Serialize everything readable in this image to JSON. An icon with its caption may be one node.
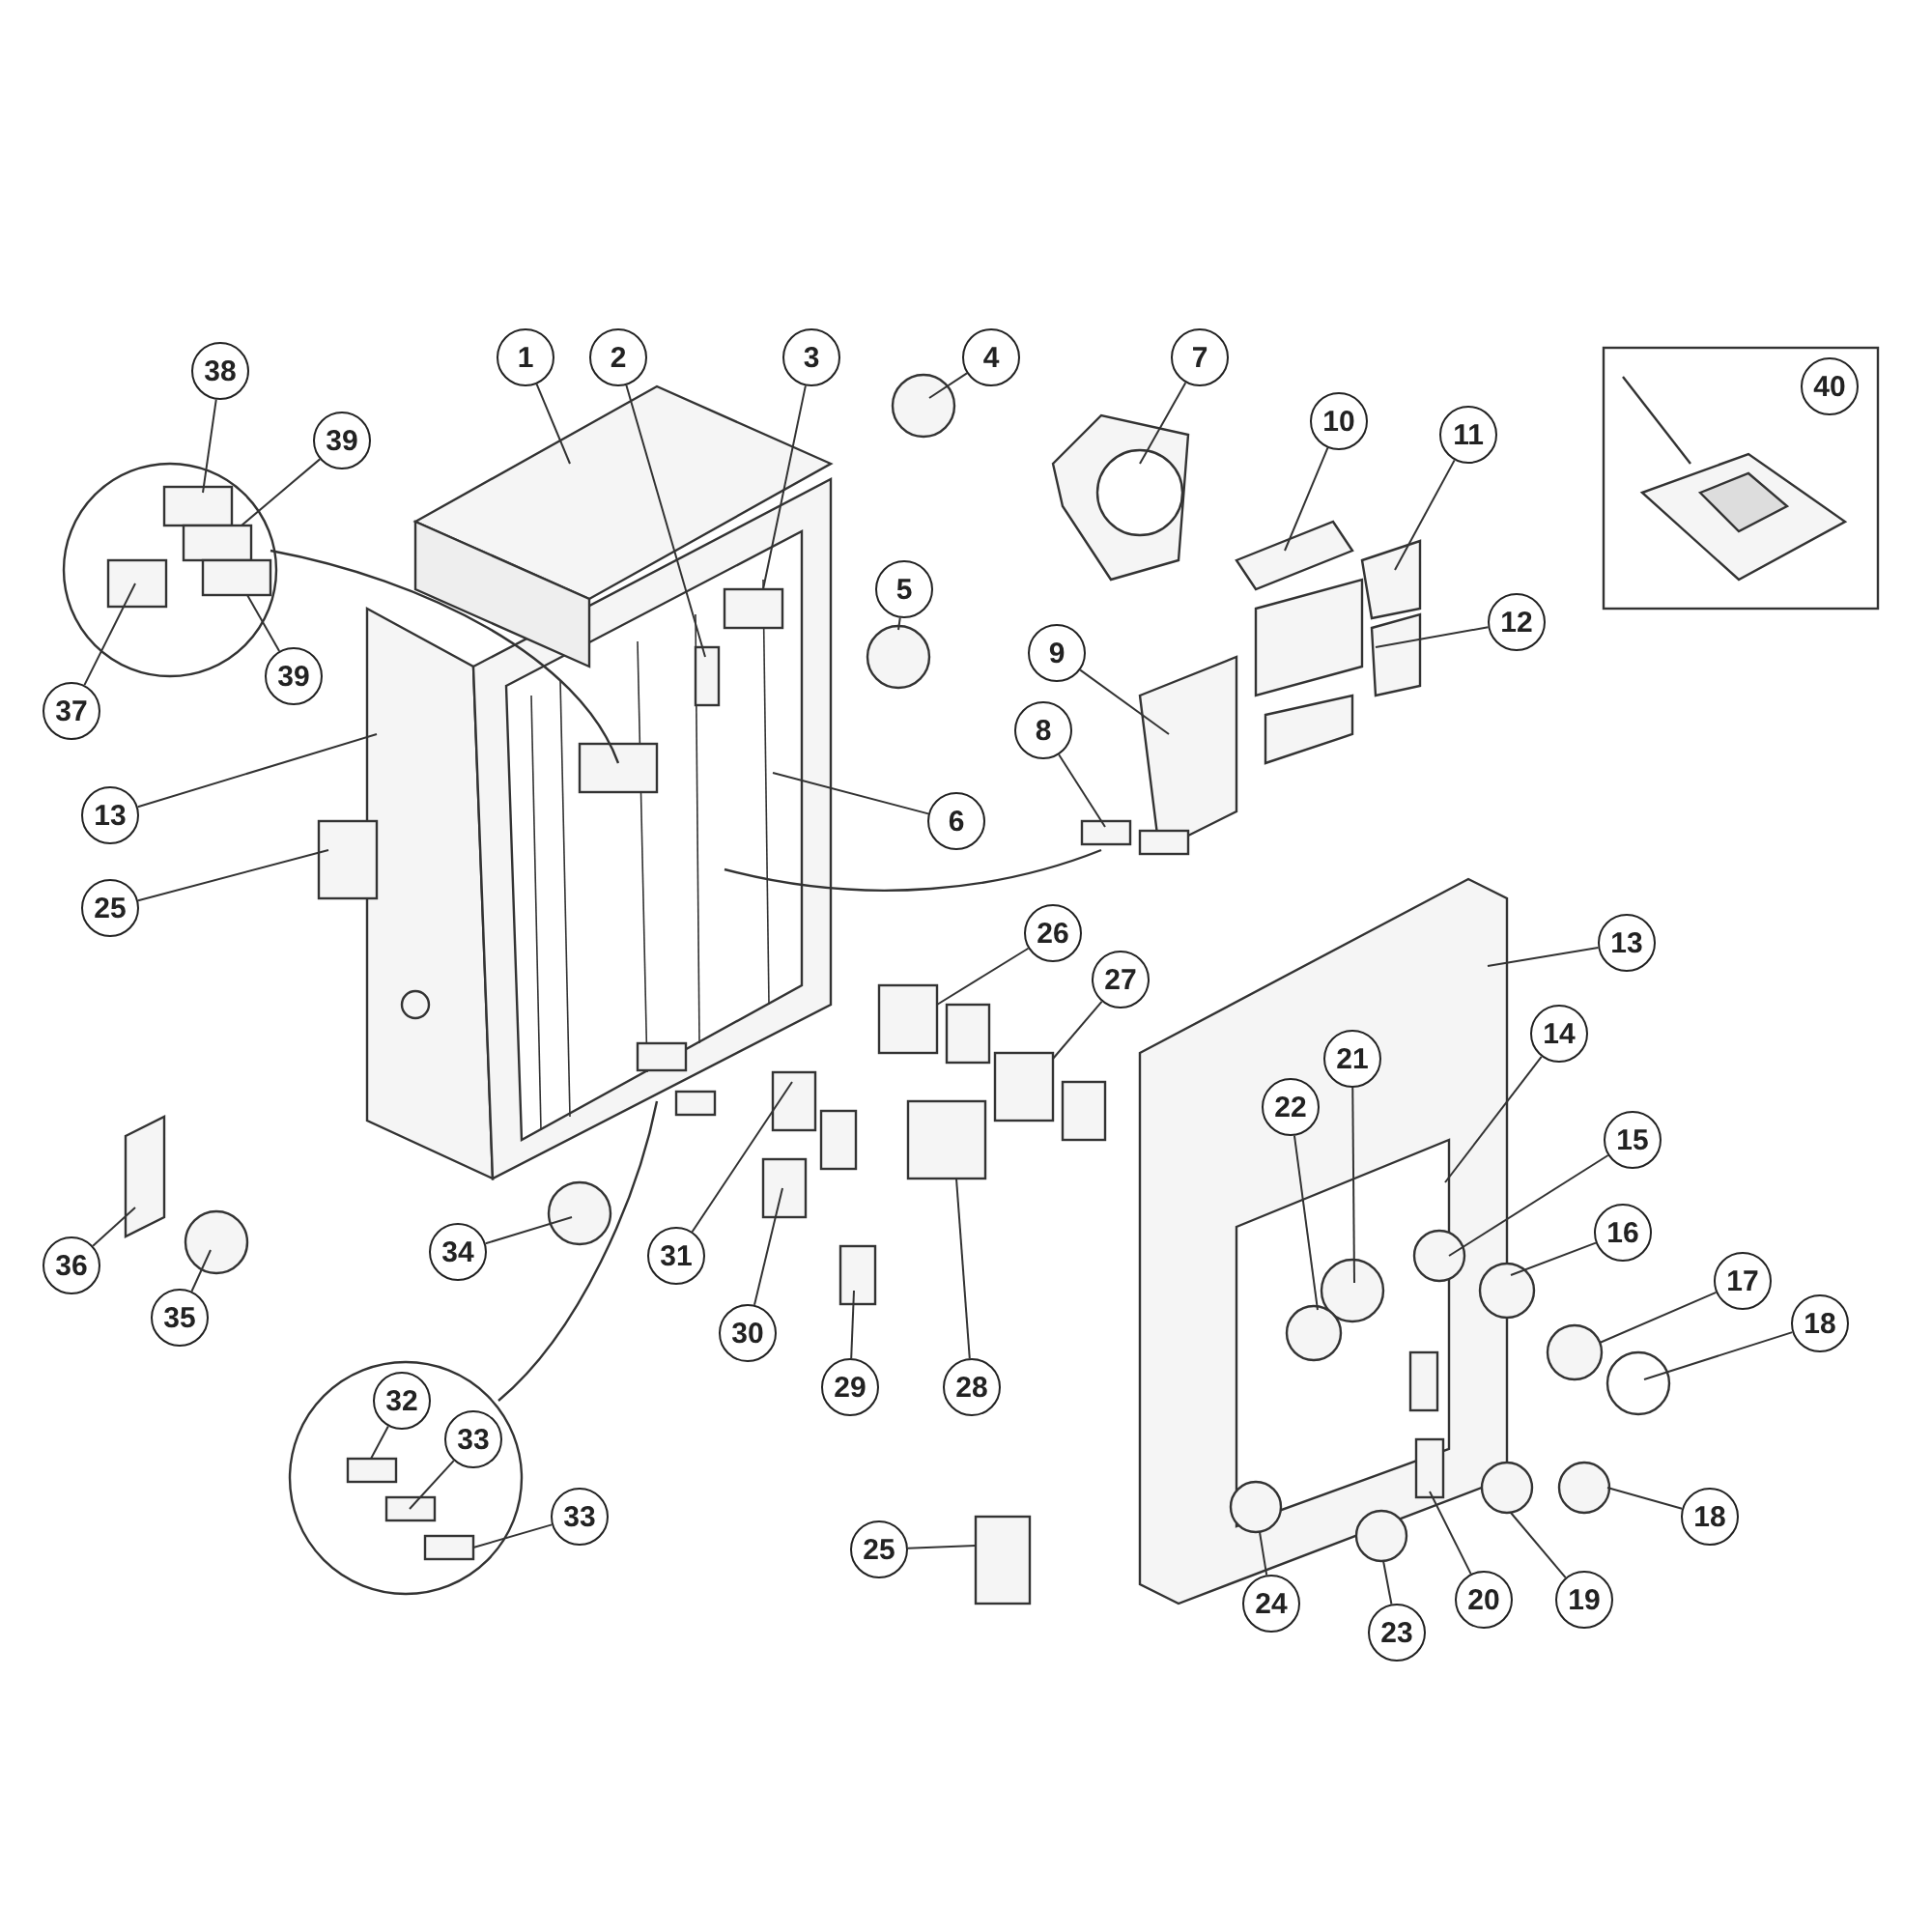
{
  "diagram": {
    "nodes": [
      {
        "text": [
          "38"
        ]
      },
      {
        "text": [
          "1"
        ]
      },
      {
        "text": [
          "2"
        ]
      },
      {
        "text": [
          "3"
        ]
      },
      {
        "text": [
          "4"
        ]
      },
      {
        "text": [
          "7"
        ]
      },
      {
        "text": [
          "40"
        ]
      },
      {
        "text": [
          "10"
        ]
      },
      {
        "text": [
          "11"
        ]
      },
      {
        "text": [
          "39"
        ]
      },
      {
        "text": [
          "5"
        ]
      },
      {
        "text": [
          "12"
        ]
      },
      {
        "text": [
          "9"
        ]
      },
      {
        "text": [
          "39"
        ]
      },
      {
        "text": [
          "37"
        ]
      },
      {
        "text": [
          "8"
        ]
      },
      {
        "text": [
          "13"
        ]
      },
      {
        "text": [
          "6"
        ]
      },
      {
        "text": [
          "25"
        ]
      },
      {
        "text": [
          "13"
        ]
      },
      {
        "text": [
          "26"
        ]
      },
      {
        "text": [
          "27"
        ]
      },
      {
        "text": [
          "14"
        ]
      },
      {
        "text": [
          "21"
        ]
      },
      {
        "text": [
          "22"
        ]
      },
      {
        "text": [
          "15"
        ]
      },
      {
        "text": [
          "16"
        ]
      },
      {
        "text": [
          "34"
        ]
      },
      {
        "text": [
          "31"
        ]
      },
      {
        "text": [
          "36"
        ]
      },
      {
        "text": [
          "17"
        ]
      },
      {
        "text": [
          "18"
        ]
      },
      {
        "text": [
          "30"
        ]
      },
      {
        "text": [
          "35"
        ]
      },
      {
        "text": [
          "29"
        ]
      },
      {
        "text": [
          "28"
        ]
      },
      {
        "text": [
          "32"
        ]
      },
      {
        "text": [
          "33"
        ]
      },
      {
        "text": [
          "33"
        ]
      },
      {
        "text": [
          "18"
        ]
      },
      {
        "text": [
          "24"
        ]
      },
      {
        "text": [
          "25"
        ]
      },
      {
        "text": [
          "20"
        ]
      },
      {
        "text": [
          "19"
        ]
      },
      {
        "text": [
          "23"
        ]
      }
    ],
    "edges": [
      {
        "from": 0,
        "to": null,
        "arrow": "none"
      },
      {
        "from": 1,
        "to": null,
        "arrow": "none"
      },
      {
        "from": 2,
        "to": null,
        "arrow": "none"
      },
      {
        "from": 3,
        "to": null,
        "arrow": "none"
      },
      {
        "from": 4,
        "to": null,
        "arrow": "none"
      },
      {
        "from": 5,
        "to": null,
        "arrow": "none"
      },
      {
        "from": 7,
        "to": null,
        "arrow": "none"
      },
      {
        "from": 8,
        "to": null,
        "arrow": "none"
      },
      {
        "from": 9,
        "to": null,
        "arrow": "none"
      },
      {
        "from": 10,
        "to": null,
        "arrow": "none"
      },
      {
        "from": 11,
        "to": null,
        "arrow": "none"
      },
      {
        "from": 12,
        "to": null,
        "arrow": "none"
      },
      {
        "from": 13,
        "to": null,
        "arrow": "none"
      },
      {
        "from": 14,
        "to": null,
        "arrow": "none"
      },
      {
        "from": 15,
        "to": null,
        "arrow": "none"
      },
      {
        "from": 16,
        "to": null,
        "arrow": "none"
      },
      {
        "from": 17,
        "to": null,
        "arrow": "none"
      },
      {
        "from": 18,
        "to": null,
        "arrow": "none"
      },
      {
        "from": 19,
        "to": null,
        "arrow": "none"
      },
      {
        "from": 20,
        "to": null,
        "arrow": "none"
      },
      {
        "from": 21,
        "to": null,
        "arrow": "none"
      },
      {
        "from": 22,
        "to": null,
        "arrow": "none"
      },
      {
        "from": 23,
        "to": null,
        "arrow": "none"
      },
      {
        "from": 24,
        "to": null,
        "arrow": "none"
      },
      {
        "from": 25,
        "to": null,
        "arrow": "none"
      },
      {
        "from": 26,
        "to": null,
        "arrow": "none"
      },
      {
        "from": 27,
        "to": null,
        "arrow": "none"
      },
      {
        "from": 28,
        "to": null,
        "arrow": "none"
      },
      {
        "from": 29,
        "to": null,
        "arrow": "none"
      },
      {
        "from": 30,
        "to": null,
        "arrow": "none"
      },
      {
        "from": 31,
        "to": null,
        "arrow": "none"
      },
      {
        "from": 32,
        "to": null,
        "arrow": "none"
      },
      {
        "from": 33,
        "to": null,
        "arrow": "none"
      },
      {
        "from": 34,
        "to": null,
        "arrow": "none"
      },
      {
        "from": 35,
        "to": null,
        "arrow": "none"
      },
      {
        "from": 36,
        "to": null,
        "arrow": "none"
      },
      {
        "from": 37,
        "to": null,
        "arrow": "none"
      },
      {
        "from": 38,
        "to": null,
        "arrow": "none"
      },
      {
        "from": 39,
        "to": null,
        "arrow": "none"
      },
      {
        "from": 40,
        "to": null,
        "arrow": "none"
      },
      {
        "from": 41,
        "to": null,
        "arrow": "none"
      },
      {
        "from": 42,
        "to": null,
        "arrow": "none"
      },
      {
        "from": 43,
        "to": null,
        "arrow": "none"
      },
      {
        "from": 44,
        "to": null,
        "arrow": "none"
      }
    ]
  }
}
